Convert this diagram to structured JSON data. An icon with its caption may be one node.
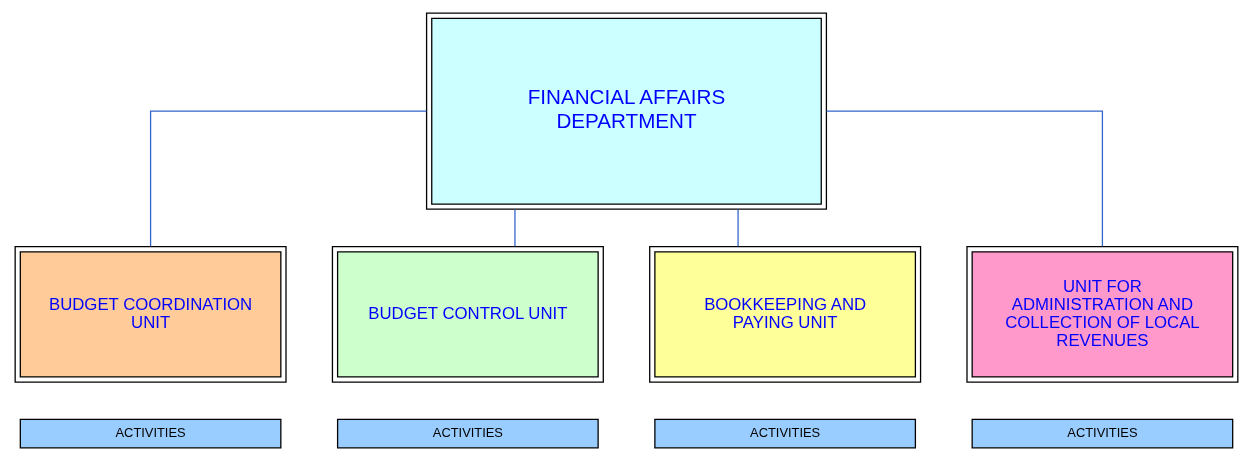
{
  "diagram": {
    "nodes": [
      {
        "text": [
          "FINANCIAL AFFAIRS DEPARTMENT"
        ]
      },
      {
        "text": [
          "BUDGET COORDINATION UNIT"
        ]
      },
      {
        "text": [
          "BUDGET CONTROL UNIT"
        ]
      },
      {
        "text": [
          "BOOKKEEPING AND PAYING UNIT"
        ]
      },
      {
        "text": [
          "UNIT FOR ADMINISTRATION AND COLLECTION OF LOCAL REVENUES"
        ]
      },
      {
        "text": [
          "ACTIVITIES"
        ]
      },
      {
        "text": [
          "ACTIVITIES"
        ]
      },
      {
        "text": [
          "ACTIVITIES"
        ]
      },
      {
        "text": [
          "ACTIVITIES"
        ]
      }
    ],
    "edges": [
      {
        "from": 0,
        "to": 1,
        "arrow": "none"
      },
      {
        "from": 0,
        "to": 2,
        "arrow": "none"
      },
      {
        "from": 0,
        "to": 3,
        "arrow": "none"
      },
      {
        "from": 0,
        "to": 4,
        "arrow": "none"
      }
    ]
  }
}
